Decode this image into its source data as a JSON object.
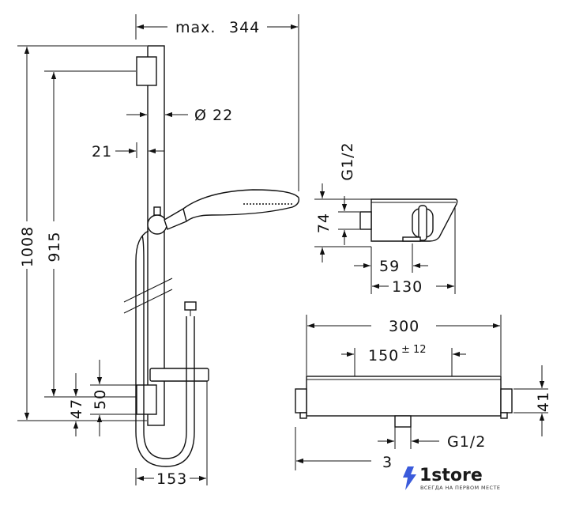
{
  "dimensions": {
    "max_width_label": "max.",
    "max_width_value": "344",
    "rail_diameter": "Ø 22",
    "wall_offset": "21",
    "total_height": "1008",
    "rail_height": "915",
    "bracket_height_47": "47",
    "bracket_height_50": "50",
    "hose_spacing": "153",
    "thread_top": "G1/2",
    "thermostat_height": "74",
    "thermostat_depth_59": "59",
    "thermostat_depth_130": "130",
    "thermostat_width": "300",
    "connection_spacing": "150",
    "connection_tolerance": "± 12",
    "thermostat_side_height": "41",
    "thread_bottom": "G1/2",
    "bottom_partial": "3"
  },
  "logo": {
    "brand": "1store",
    "tagline": "ВСЕГДА НА ПЕРВОМ МЕСТЕ",
    "bolt_color": "#3b5bdb"
  }
}
